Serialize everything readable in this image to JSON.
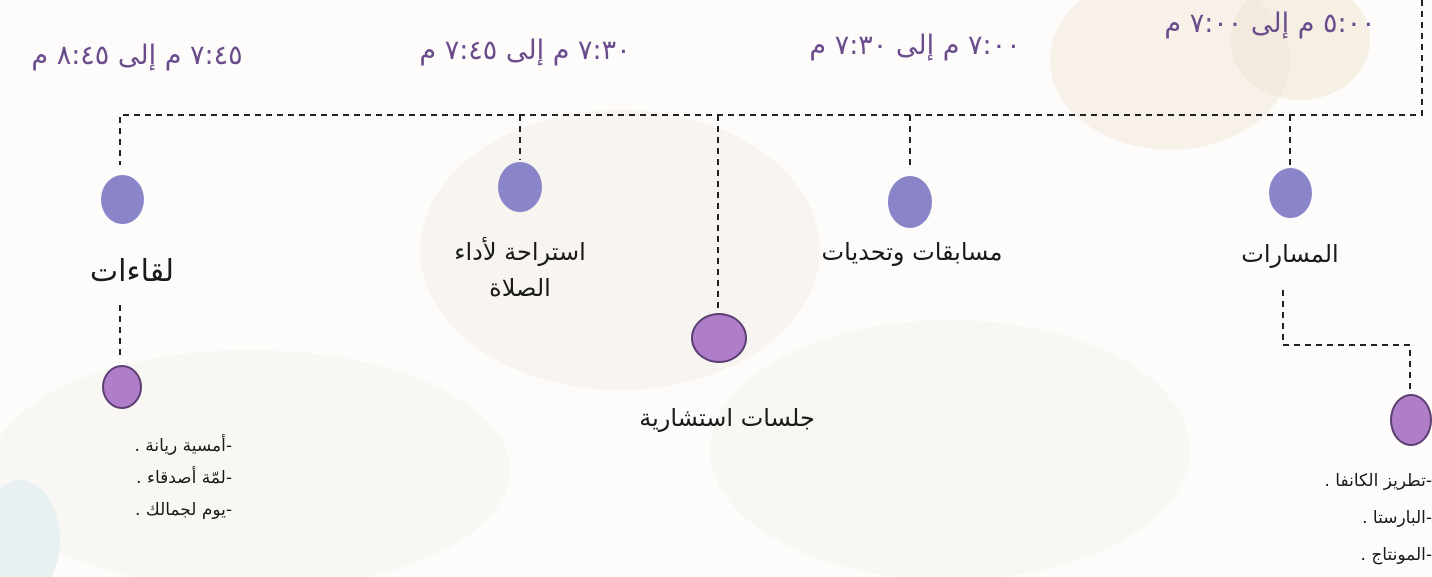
{
  "times": {
    "t1": "٥:٠٠ م إلى ٧:٠٠ م",
    "t2": "٧:٠٠ م إلى ٧:٣٠ م",
    "t3": "٧:٣٠ م إلى ٧:٤٥ م",
    "t4": "٧:٤٥ م إلى ٨:٤٥ م"
  },
  "nodes": {
    "tracks": "المسارات",
    "contests": "مسابقات وتحديات",
    "consult": "جلسات استشارية",
    "prayer_line1": "استراحة لأداء",
    "prayer_line2": "الصلاة",
    "meetings": "لقاءات"
  },
  "tracks_list": [
    "-تطريز الكانفا .",
    "-البارستا .",
    "-المونتاج ."
  ],
  "meetings_list": [
    "-أمسية ريانة .",
    "-لمّة أصدقاء .",
    "-يوم لجمالك ."
  ],
  "colors": {
    "time_text": "#6a4b8c",
    "dot_blue": "#8a85c9",
    "dot_purple": "#b07ec8"
  }
}
